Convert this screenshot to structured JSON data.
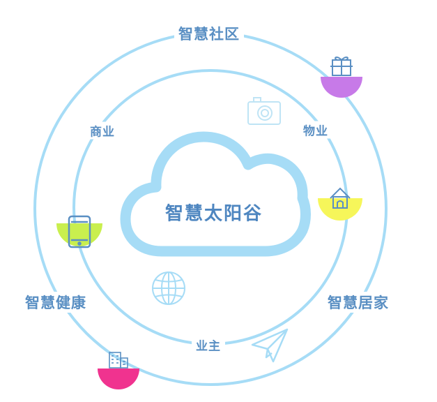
{
  "center": {
    "label": "智慧太阳谷"
  },
  "outer_ring": {
    "top": "智慧社区",
    "left": "智慧健康",
    "right": "智慧居家"
  },
  "inner_ring": {
    "left": "商业",
    "right": "物业",
    "bottom": "业主"
  },
  "icons": [
    {
      "name": "gift-icon",
      "badge_color": "#c77ae8"
    },
    {
      "name": "home-icon",
      "badge_color": "#f6f65a"
    },
    {
      "name": "smartphone-icon",
      "badge_color": "#c9ef4e"
    },
    {
      "name": "building-icon",
      "badge_color": "#f0338f"
    },
    {
      "name": "camera-icon"
    },
    {
      "name": "globe-icon"
    },
    {
      "name": "paper-plane-icon"
    }
  ],
  "colors": {
    "ring": "#a6dcf6",
    "cloud": "#a6dcf6",
    "label": "#5a8fc3"
  }
}
